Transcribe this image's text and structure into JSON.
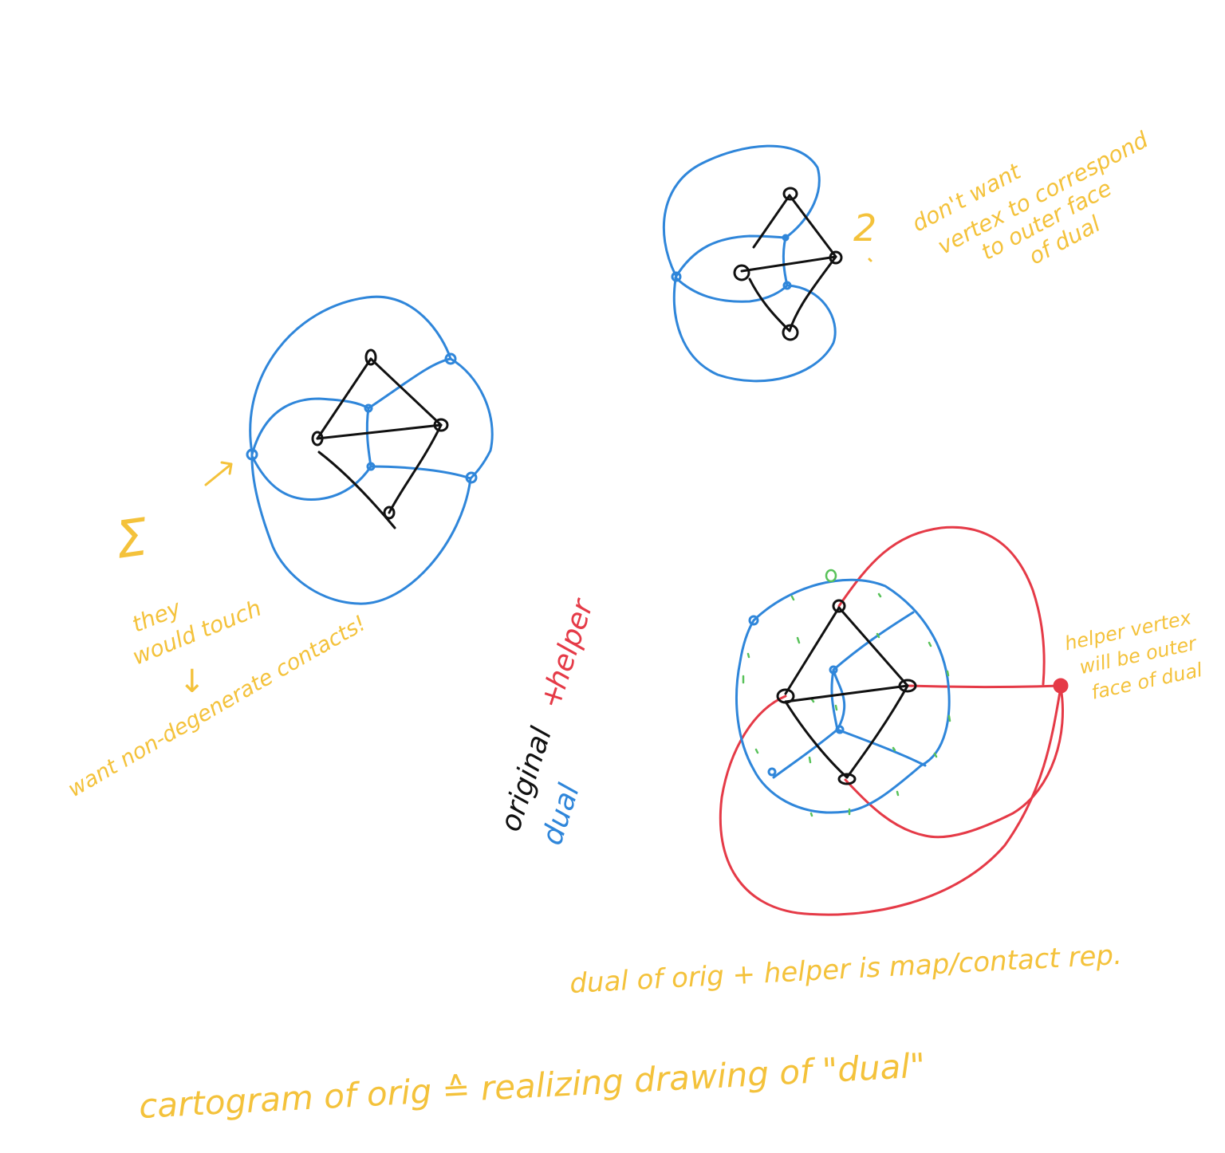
{
  "colors": {
    "original": "#111111",
    "dual": "#2F86DA",
    "helper": "#E53A47",
    "annotation": "#F4C23B",
    "contact": "#59C25A"
  },
  "annotations": {
    "touch_mark": "Σ",
    "they_would_touch": [
      "they",
      "would touch"
    ],
    "down_arrow": "↓",
    "want_non_degenerate": "want non-degenerate contacts!",
    "two_mark": "2",
    "dont_want": [
      "don't want",
      "vertex to correspond",
      "to outer face",
      "of dual"
    ],
    "helper_vertex_note": [
      "helper vertex",
      "will be outer",
      "face of dual"
    ],
    "dual_is_map": "dual of orig + helper is map/contact rep.",
    "cartogram_note": "cartogram of orig ≙ realizing drawing of \"dual\""
  },
  "legend": {
    "original": "original",
    "plus": "+",
    "helper": "helper",
    "dual": "dual"
  }
}
